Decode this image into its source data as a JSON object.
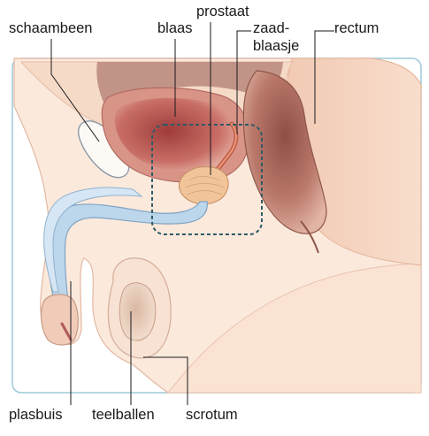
{
  "labels": {
    "schaambeen": "schaambeen",
    "blaas": "blaas",
    "prostaat": "prostaat",
    "zaadblaasje_line1": "zaad-",
    "zaadblaasje_line2": "blaasje",
    "rectum": "rectum",
    "plasbuis": "plasbuis",
    "teelballen": "teelballen",
    "scrotum": "scrotum"
  },
  "colors": {
    "frame": "#9ecad8",
    "skin": "#fbe9dc",
    "tissue": "#f3cdb6",
    "bladder_wall": "#d89487",
    "bladder_inner": "#b8524c",
    "rectum": "#a96a5a",
    "urethra": "#bcd6ec",
    "prostate": "#f2c49a",
    "zoom_box": "#2e5a66",
    "leader": "#1a1a1a"
  }
}
